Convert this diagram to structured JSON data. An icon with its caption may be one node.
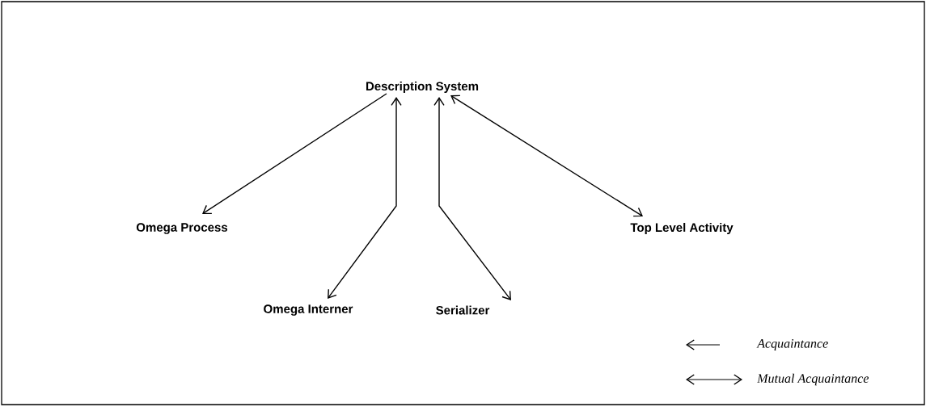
{
  "diagram": {
    "nodes": [
      {
        "text": [
          "Description System"
        ]
      },
      {
        "text": [
          "Omega Process"
        ]
      },
      {
        "text": [
          "Top Level Activity"
        ]
      },
      {
        "text": [
          "Omega Interner"
        ]
      },
      {
        "text": [
          "Serializer"
        ]
      }
    ],
    "edges": [
      {
        "from": 0,
        "to": 1,
        "arrow": "to"
      },
      {
        "from": 3,
        "to": 0,
        "arrow": "both"
      },
      {
        "from": 4,
        "to": 0,
        "arrow": "both"
      },
      {
        "from": 2,
        "to": 0,
        "arrow": "both"
      }
    ],
    "legend": [
      {
        "text": "Acquaintance"
      },
      {
        "text": "Mutual Acquaintance"
      }
    ]
  }
}
